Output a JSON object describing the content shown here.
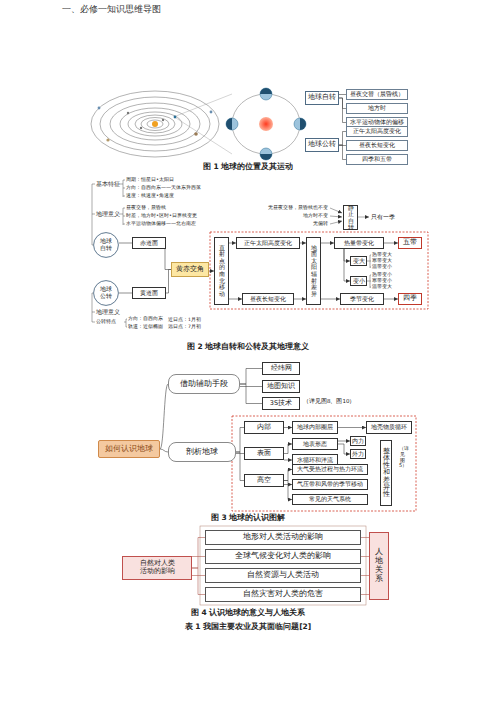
{
  "diagram": {
    "title": "一、必修一知识思维导图",
    "nodes": [
      {
        "text": [
          "地球自转"
        ]
      },
      {
        "text": [
          "昼夜交替（晨昏线）"
        ]
      },
      {
        "text": [
          "地方时"
        ]
      },
      {
        "text": [
          "水平运动物体的偏移"
        ]
      },
      {
        "text": [
          "地球公转"
        ]
      },
      {
        "text": [
          "正午太阳高度变化"
        ]
      },
      {
        "text": [
          "昼夜长短变化"
        ]
      },
      {
        "text": [
          "四季和五带"
        ]
      },
      {
        "text": [
          "地球自转"
        ]
      },
      {
        "text": [
          "赤道面"
        ]
      },
      {
        "text": [
          "黄赤交角"
        ]
      },
      {
        "text": [
          "地球公转"
        ]
      },
      {
        "text": [
          "黄道面"
        ]
      },
      {
        "text": [
          "直射点的南北移动"
        ]
      },
      {
        "text": [
          "正午太阳高度变化"
        ]
      },
      {
        "text": [
          "昼夜长短变化"
        ]
      },
      {
        "text": [
          "地面太阳辐射差异"
        ]
      },
      {
        "text": [
          "热量带变化"
        ]
      },
      {
        "text": [
          "变大"
        ]
      },
      {
        "text": [
          "变小"
        ]
      },
      {
        "text": [
          "季节变化"
        ]
      },
      {
        "text": [
          "五带"
        ]
      },
      {
        "text": [
          "四季"
        ]
      },
      {
        "text": [
          "静止自转"
        ]
      },
      {
        "text": [
          "借助辅助手段"
        ]
      },
      {
        "text": [
          "经纬网"
        ]
      },
      {
        "text": [
          "地图知识"
        ]
      },
      {
        "text": [
          "3S技术"
        ]
      },
      {
        "text": [
          "如何认识地球"
        ]
      },
      {
        "text": [
          "剖析地球"
        ]
      },
      {
        "text": [
          "内部"
        ]
      },
      {
        "text": [
          "地球内部圈层"
        ]
      },
      {
        "text": [
          "地壳物质循环"
        ]
      },
      {
        "text": [
          "表面"
        ]
      },
      {
        "text": [
          "地表形态"
        ]
      },
      {
        "text": [
          "水循环和洋流"
        ]
      },
      {
        "text": [
          "内力"
        ]
      },
      {
        "text": [
          "外力"
        ]
      },
      {
        "text": [
          "高空"
        ]
      },
      {
        "text": [
          "大气受热过程与热力环流"
        ]
      },
      {
        "text": [
          "气压带和风带的季节移动"
        ]
      },
      {
        "text": [
          "常见的天气系统"
        ]
      },
      {
        "text": [
          "整体性和差异性"
        ]
      },
      {
        "text": [
          "自然对人类活动的影响"
        ]
      },
      {
        "text": [
          "地形对人类活动的影响"
        ]
      },
      {
        "text": [
          "全球气候变化对人类的影响"
        ]
      },
      {
        "text": [
          "自然资源与人类活动"
        ]
      },
      {
        "text": [
          "自然灾害对人类的危害"
        ]
      },
      {
        "text": [
          "人地关系"
        ]
      }
    ],
    "edges": [
      {
        "from": 0,
        "to": 1,
        "arrow": "none"
      },
      {
        "from": 0,
        "to": 2,
        "arrow": "none"
      },
      {
        "from": 0,
        "to": 3,
        "arrow": "none"
      },
      {
        "from": 4,
        "to": 5,
        "arrow": "none"
      },
      {
        "from": 4,
        "to": 6,
        "arrow": "none"
      },
      {
        "from": 4,
        "to": 7,
        "arrow": "none"
      },
      {
        "from": 8,
        "to": 9,
        "arrow": "none"
      },
      {
        "from": 9,
        "to": 10,
        "arrow": "none"
      },
      {
        "from": 11,
        "to": 12,
        "arrow": "none"
      },
      {
        "from": 12,
        "to": 10,
        "arrow": "none"
      },
      {
        "from": 10,
        "to": 13,
        "arrow": "to"
      },
      {
        "from": 13,
        "to": 14,
        "arrow": "to"
      },
      {
        "from": 13,
        "to": 15,
        "arrow": "to"
      },
      {
        "from": 14,
        "to": 16,
        "arrow": "to"
      },
      {
        "from": 15,
        "to": 16,
        "arrow": "to"
      },
      {
        "from": 16,
        "to": 17,
        "arrow": "to"
      },
      {
        "from": 16,
        "to": 20,
        "arrow": "to"
      },
      {
        "from": 17,
        "to": 18,
        "arrow": "to"
      },
      {
        "from": 17,
        "to": 19,
        "arrow": "to"
      },
      {
        "from": 17,
        "to": 21,
        "arrow": "to"
      },
      {
        "from": 20,
        "to": 22,
        "arrow": "to"
      },
      {
        "from": 28,
        "to": 24,
        "arrow": "none"
      },
      {
        "from": 28,
        "to": 29,
        "arrow": "none"
      },
      {
        "from": 24,
        "to": 25,
        "arrow": "none"
      },
      {
        "from": 24,
        "to": 26,
        "arrow": "none"
      },
      {
        "from": 24,
        "to": 27,
        "arrow": "none"
      },
      {
        "from": 29,
        "to": 30,
        "arrow": "none"
      },
      {
        "from": 29,
        "to": 33,
        "arrow": "none"
      },
      {
        "from": 29,
        "to": 38,
        "arrow": "none"
      },
      {
        "from": 30,
        "to": 31,
        "arrow": "to"
      },
      {
        "from": 31,
        "to": 32,
        "arrow": "to"
      },
      {
        "from": 33,
        "to": 34,
        "arrow": "to"
      },
      {
        "from": 33,
        "to": 35,
        "arrow": "to"
      },
      {
        "from": 34,
        "to": 36,
        "arrow": "to"
      },
      {
        "from": 34,
        "to": 37,
        "arrow": "to"
      },
      {
        "from": 38,
        "to": 39,
        "arrow": "to"
      },
      {
        "from": 38,
        "to": 40,
        "arrow": "to"
      },
      {
        "from": 38,
        "to": 41,
        "arrow": "to"
      },
      {
        "from": 43,
        "to": 44,
        "arrow": "none"
      },
      {
        "from": 43,
        "to": 45,
        "arrow": "none"
      },
      {
        "from": 43,
        "to": 46,
        "arrow": "none"
      },
      {
        "from": 43,
        "to": 47,
        "arrow": "none"
      },
      {
        "from": 44,
        "to": 48,
        "arrow": "none"
      },
      {
        "from": 45,
        "to": 48,
        "arrow": "none"
      },
      {
        "from": 46,
        "to": 48,
        "arrow": "none"
      },
      {
        "from": 47,
        "to": 48,
        "arrow": "none"
      }
    ],
    "labels": [
      "图 1 地球的位置及其运动",
      "基本特征",
      "周期：恒星日•太阳日",
      "方向：自西向东——天体东升西落",
      "速度：线速度•角速度",
      "地理意义",
      "昼夜交替，晨昏线",
      "时差，地方时•区时•日界线变更",
      "水平运动物体偏移——北右南左",
      "无昼夜交替，晨昏线也不变",
      "地方时不变",
      "无偏转",
      "只有一季",
      "热带变大",
      "寒带变大",
      "温带变小",
      "热带变小",
      "寒带变小",
      "温带变大",
      "地理意义",
      "公转特点",
      "方向：自西向东",
      "轨道：近似椭圆",
      "近日点：1月初",
      "远日点：7月初",
      "图 2 地球自转和公转及其地理意义",
      "（详见图8、图10）",
      "（详见图5）",
      "图 3 地球的认识图解",
      "图 4 认识地球的意义与人地关系",
      "表 1 我国主要农业及其面临问题[2]"
    ]
  }
}
